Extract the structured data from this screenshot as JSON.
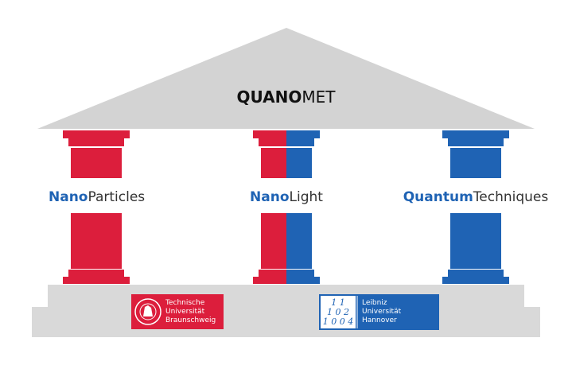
{
  "title": {
    "bold": "QUANO",
    "regular": "MET"
  },
  "pillars": [
    {
      "bold": "Nano",
      "regular": "Particles"
    },
    {
      "bold": "Nano",
      "regular": "Light"
    },
    {
      "bold": "Quantum",
      "regular": "Techniques"
    }
  ],
  "logos": {
    "tu": {
      "line1": "Technische",
      "line2": "Universität",
      "line3": "Braunschweig"
    },
    "luh": {
      "line1": "Leibniz",
      "line2": "Universität",
      "line3": "Hannover",
      "mark": "1 1 | 1 0 2 | 1 0 0 4"
    }
  },
  "colors": {
    "red": "#dc1e3c",
    "blue": "#1f63b4",
    "roof": "#d3d3d3",
    "base": "#d9d9d9",
    "text_blue": "#1f63b4"
  }
}
